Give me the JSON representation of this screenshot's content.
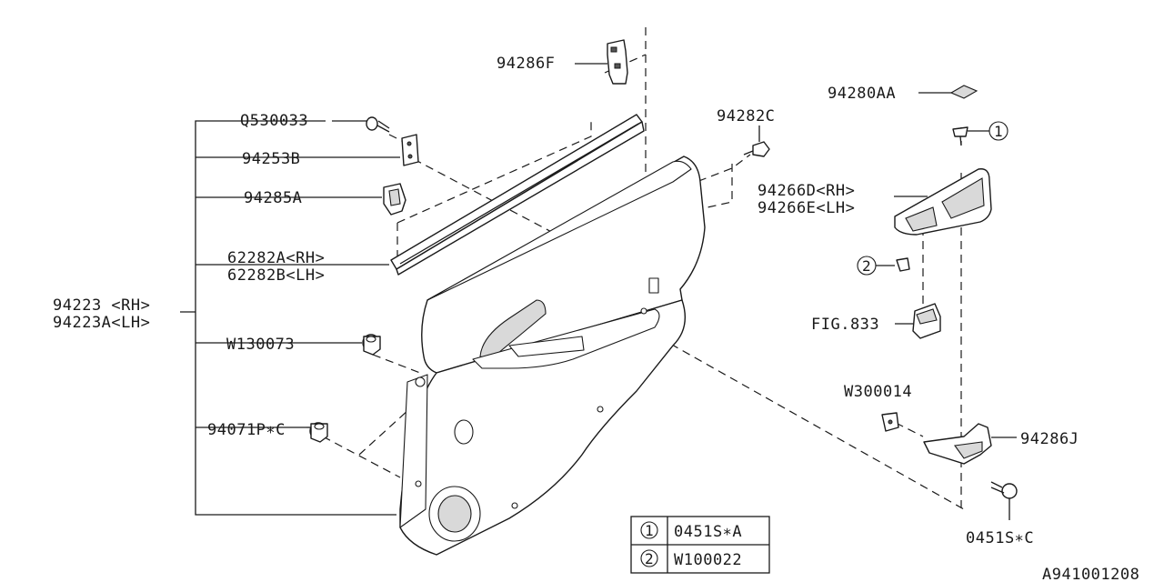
{
  "labels": {
    "p94286F": "94286F",
    "p94282C": "94282C",
    "p94280AA": "94280AA",
    "pQ530033": "Q530033",
    "p94253B": "94253B",
    "p94285A": "94285A",
    "p62282A": "62282A<RH>",
    "p62282B": "62282B<LH>",
    "p94223": "94223 <RH>",
    "p94223A": "94223A<LH>",
    "pW130073": "W130073",
    "p94071P": "94071P∗C",
    "p94266D": "94266D<RH>",
    "p94266E": "94266E<LH>",
    "fig833": "FIG.833",
    "pW300014": "W300014",
    "p94286J": "94286J",
    "p0451SC": "0451S∗C",
    "callout1": "1",
    "callout2": "2"
  },
  "legend": {
    "rows": [
      {
        "key": "1",
        "part": "0451S∗A"
      },
      {
        "key": "2",
        "part": "W100022"
      }
    ]
  },
  "diagram_id": "A941001208"
}
